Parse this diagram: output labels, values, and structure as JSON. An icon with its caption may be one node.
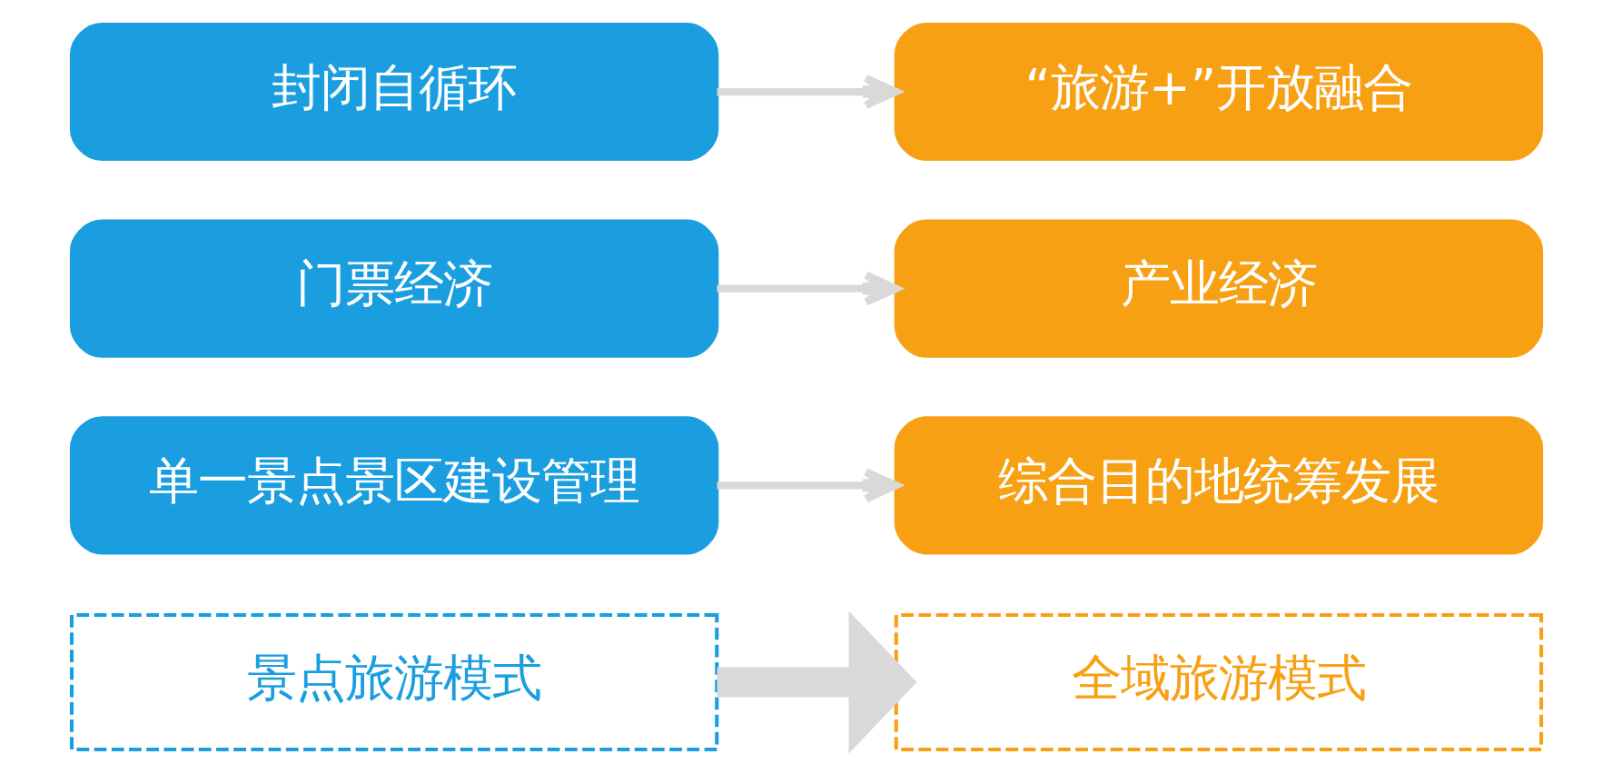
{
  "diagram": {
    "nodes": [
      {
        "text": [
          "景点旅游模式"
        ]
      },
      {
        "text": [
          "全域旅游模式"
        ]
      },
      {
        "text": [
          "单一景点景区建设管理"
        ]
      },
      {
        "text": [
          "综合目的地统筹发展"
        ]
      },
      {
        "text": [
          "门票经济"
        ]
      },
      {
        "text": [
          "产业经济"
        ]
      },
      {
        "text": [
          "封闭自循环"
        ]
      },
      {
        "text": [
          "“旅游+”开放融合"
        ]
      }
    ],
    "edges": [
      {
        "from": 0,
        "to": 1,
        "arrow": "to",
        "style": "thick"
      },
      {
        "from": 2,
        "to": 3,
        "arrow": "to"
      },
      {
        "from": 4,
        "to": 5,
        "arrow": "to"
      },
      {
        "from": 6,
        "to": 7,
        "arrow": "to"
      }
    ]
  }
}
